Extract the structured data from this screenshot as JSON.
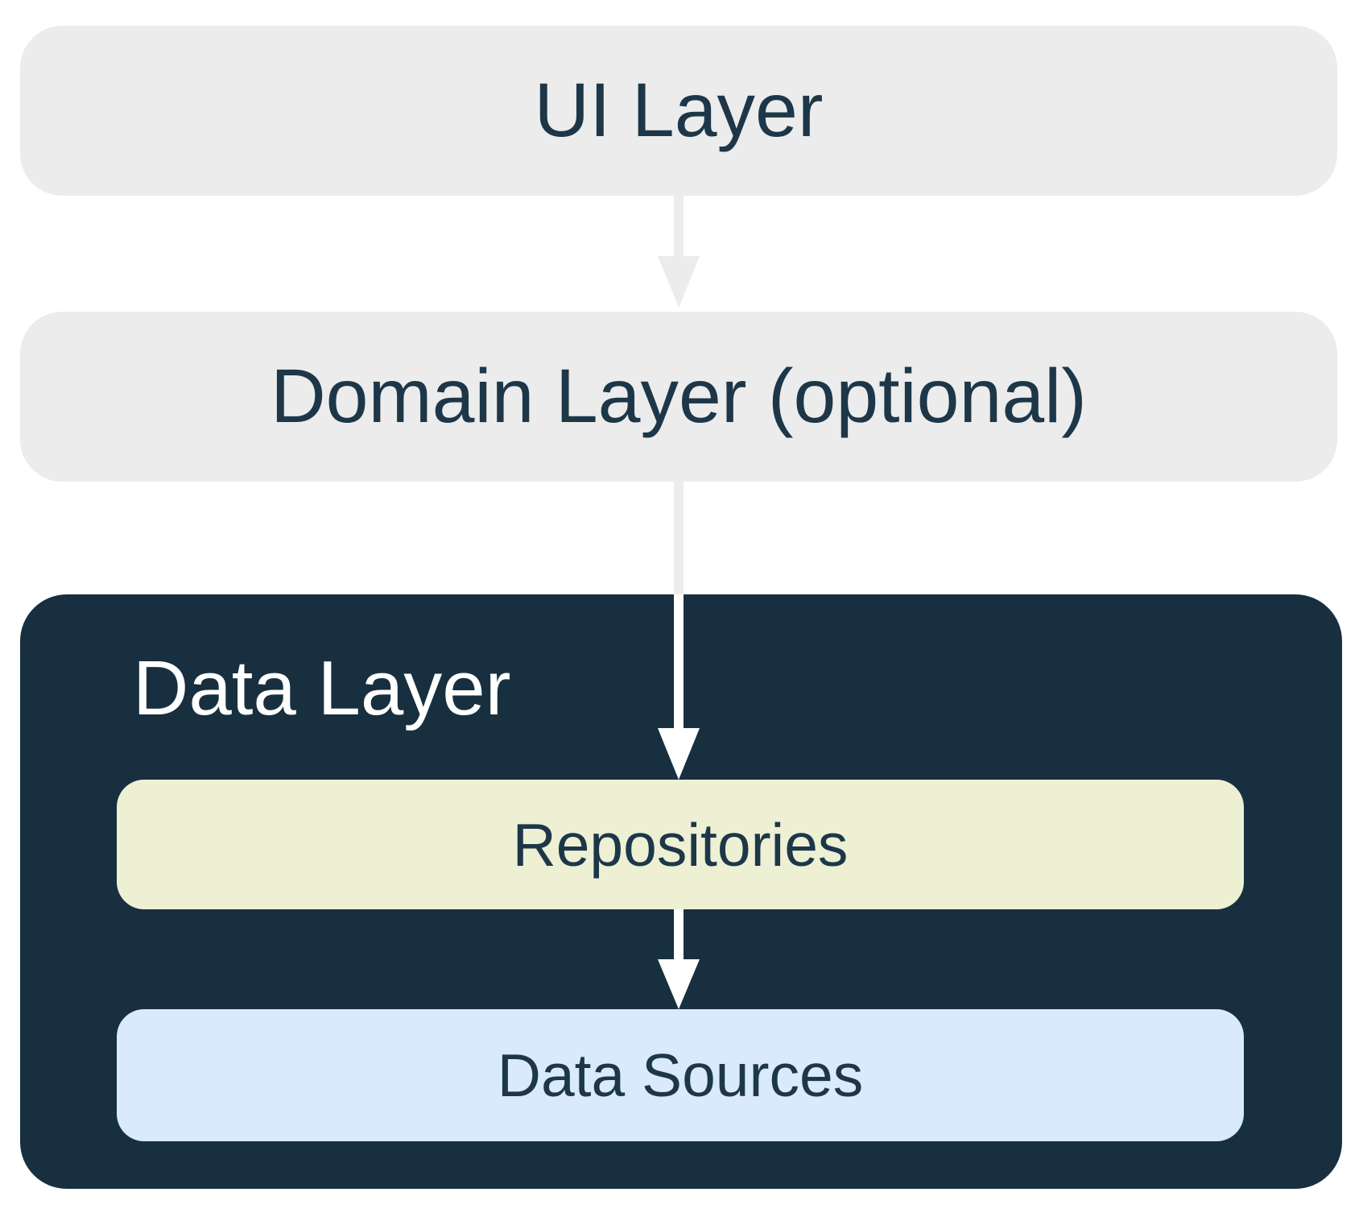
{
  "colors": {
    "background": "#FFFFFF",
    "layer_box_bg": "#ECECEC",
    "navy_box_bg": "#172F3F",
    "label_navy": "#1D3749",
    "repositories_bg": "#EDF0D3",
    "data_sources_bg": "#D8EAFB",
    "arrow_gray": "#ECECEC",
    "arrow_white": "#FFFFFF",
    "title_white": "#FFFFFF"
  },
  "diagram": {
    "type": "layered-architecture-flow",
    "nodes": {
      "ui_layer": {
        "label": "UI Layer"
      },
      "domain_layer": {
        "label": "Domain Layer (optional)"
      },
      "data_layer": {
        "label": "Data Layer"
      },
      "repositories": {
        "label": "Repositories"
      },
      "data_sources": {
        "label": "Data Sources"
      }
    },
    "arrows": [
      {
        "from": "ui_layer",
        "to": "domain_layer",
        "color": "#ECECEC"
      },
      {
        "from": "domain_layer",
        "to": "repositories",
        "color": "#ECECEC / #FFFFFF"
      },
      {
        "from": "repositories",
        "to": "data_sources",
        "color": "#FFFFFF"
      }
    ]
  }
}
